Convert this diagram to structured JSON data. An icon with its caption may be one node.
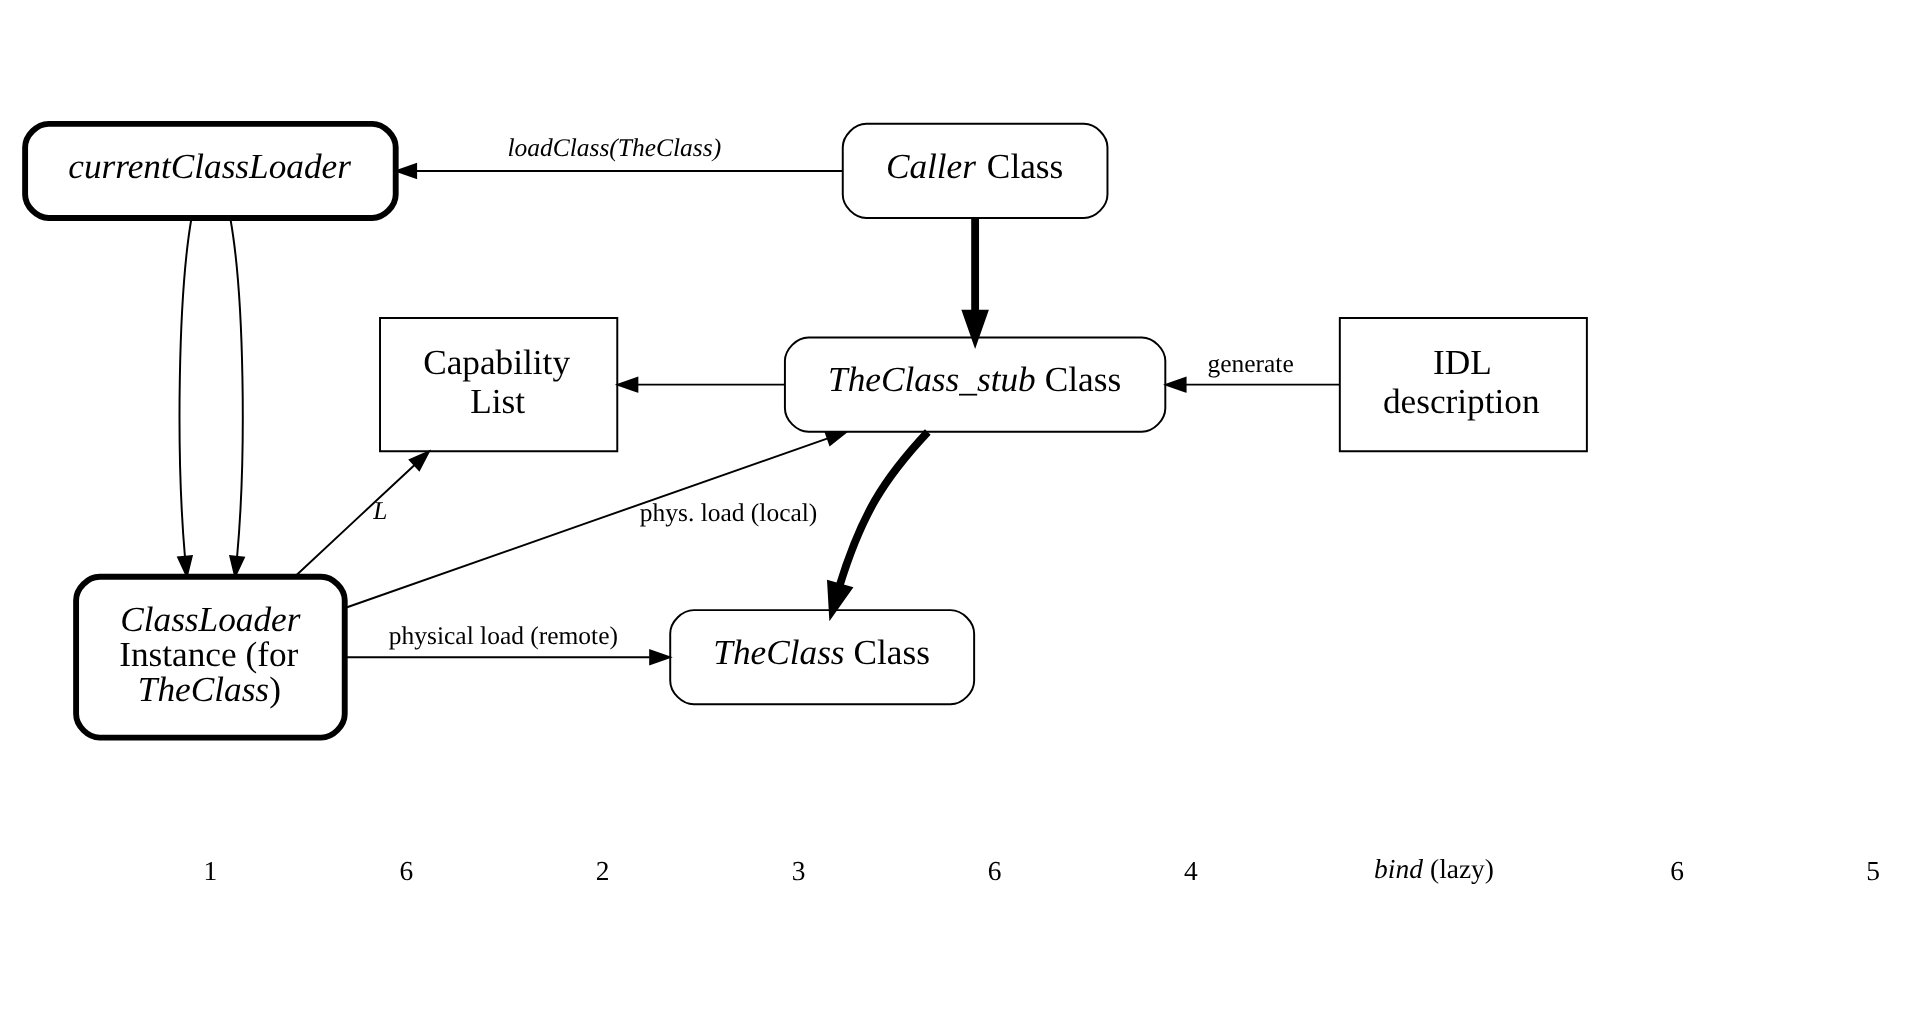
{
  "diagram": {
    "nodes": [
      {
        "text": [
          "*currentClassLoader*"
        ]
      },
      {
        "text": [
          "*Caller* Class"
        ]
      },
      {
        "text": [
          "Capability List"
        ]
      },
      {
        "text": [
          "*TheClass_stub* Class"
        ]
      },
      {
        "text": [
          "IDL description"
        ]
      },
      {
        "text": [
          "*ClassLoader* Instance (for *TheClass*)"
        ]
      },
      {
        "text": [
          "*TheClass* Class"
        ]
      }
    ],
    "edges": [
      {
        "from": 1,
        "to": 0,
        "arrow": "to",
        "label": "*loadClass(TheClass)*"
      },
      {
        "from": 0,
        "to": 5,
        "arrow": "to"
      },
      {
        "from": 0,
        "to": 5,
        "arrow": "to"
      },
      {
        "from": 1,
        "to": 3,
        "arrow": "to",
        "style": "thick"
      },
      {
        "from": 3,
        "to": 2,
        "arrow": "to"
      },
      {
        "from": 4,
        "to": 3,
        "arrow": "to",
        "label": "generate"
      },
      {
        "from": 5,
        "to": 2,
        "arrow": "to",
        "label": "*L*"
      },
      {
        "from": 5,
        "to": 3,
        "arrow": "to",
        "label": "phys. load (local)"
      },
      {
        "from": 5,
        "to": 6,
        "arrow": "to",
        "label": "physical load (remote)"
      },
      {
        "from": 3,
        "to": 6,
        "arrow": "to",
        "style": "thick"
      }
    ],
    "labels": [
      "1",
      "6",
      "2",
      "3",
      "6",
      "4",
      "*bind* (lazy)",
      "6",
      "5"
    ]
  }
}
